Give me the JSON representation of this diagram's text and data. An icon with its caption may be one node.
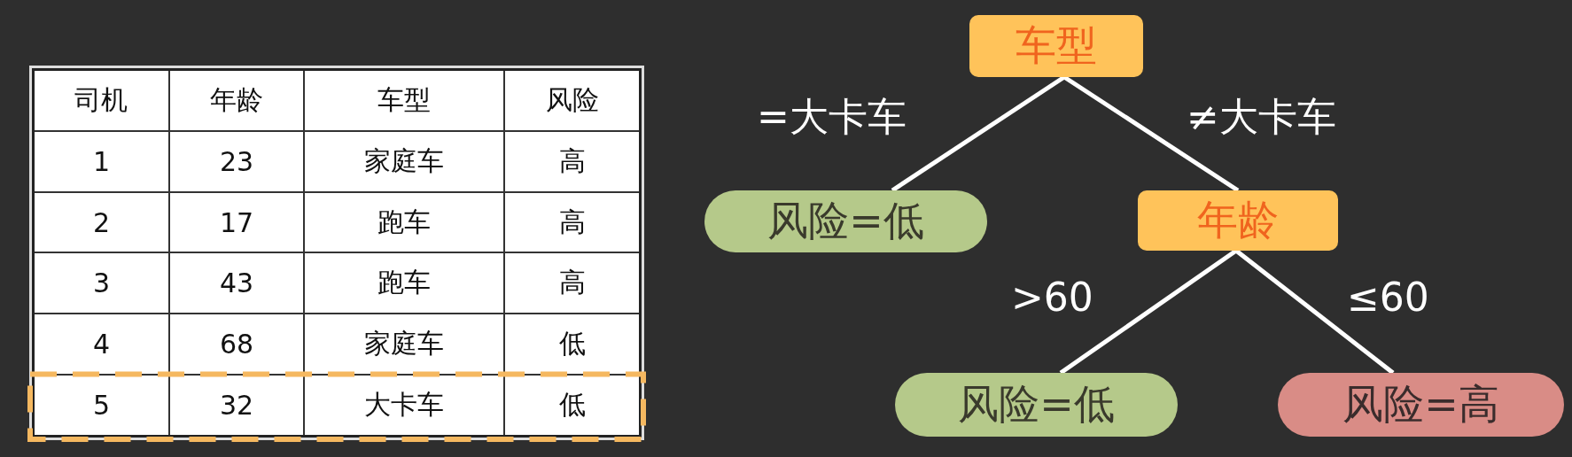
{
  "diagram": {
    "nodes": [
      {
        "text": [
          "车型"
        ]
      },
      {
        "text": [
          "风险=低"
        ]
      },
      {
        "text": [
          "年龄"
        ]
      },
      {
        "text": [
          "风险=低"
        ]
      },
      {
        "text": [
          "风险=高"
        ]
      }
    ],
    "edges": [
      {
        "from": 0,
        "to": 1,
        "arrow": "none",
        "label": "=大卡车"
      },
      {
        "from": 0,
        "to": 2,
        "arrow": "none",
        "label": "≠大卡车"
      },
      {
        "from": 2,
        "to": 3,
        "arrow": "none",
        "label": ">60"
      },
      {
        "from": 2,
        "to": 4,
        "arrow": "none",
        "label": "≤60"
      }
    ],
    "labels": [
      "司机",
      "年龄",
      "车型",
      "风险",
      "1",
      "23",
      "家庭车",
      "高",
      "2",
      "17",
      "跑车",
      "高",
      "3",
      "43",
      "跑车",
      "高",
      "4",
      "68",
      "家庭车",
      "低",
      "5",
      "32",
      "大卡车",
      "低"
    ]
  }
}
